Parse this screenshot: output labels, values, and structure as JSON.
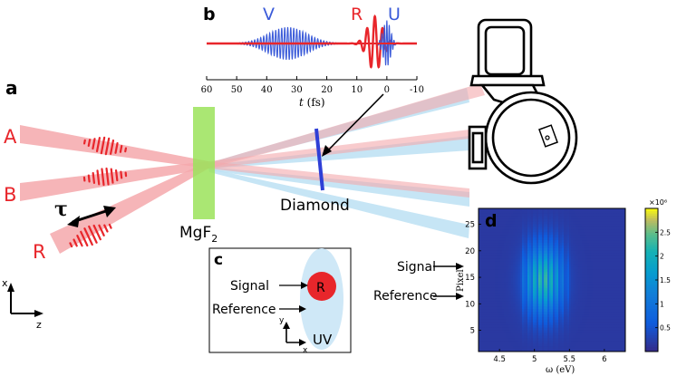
{
  "panels": {
    "a": "a",
    "b": "b",
    "c": "c",
    "d": "d"
  },
  "beams": {
    "a": "A",
    "b": "B",
    "r": "R",
    "delay": "τ"
  },
  "optics": {
    "mgf2_main": "MgF",
    "mgf2_sub": "2",
    "diamond": "Diamond"
  },
  "axes_frame": {
    "vertical": "x",
    "horizontal": "z"
  },
  "pulses_b": {
    "v": "V",
    "r": "R",
    "u": "U",
    "xlabel_var": "t",
    "xlabel_unit": " (fs)"
  },
  "inset_c": {
    "signal": "Signal",
    "reference": "Reference",
    "r_spot": "R",
    "uv": "UV",
    "axis_y": "y",
    "axis_x": "x"
  },
  "inset_d": {
    "signal": "Signal",
    "reference": "Reference",
    "xlabel": "ω (eV)",
    "ylabel": "Pixel",
    "colorbar_exponent": "×10⁶"
  },
  "colors": {
    "red": "#e8262b",
    "blue": "#3b5bd9",
    "pink_beam": "#f4a8ab",
    "light_blue_beam": "#b8dff2",
    "green_window": "#9be35a",
    "diamond": "#2f3fd6"
  },
  "chart_data": [
    {
      "type": "line",
      "panel": "b",
      "xlabel": "t (fs)",
      "x_ticks": [
        60,
        50,
        40,
        30,
        20,
        10,
        0,
        -10
      ],
      "xlim": [
        60,
        -10
      ],
      "x_reversed": true,
      "series": [
        {
          "name": "V",
          "center_fs": 33,
          "width_fs": 9,
          "amplitude": 0.6,
          "carrier_period_fs": 1.0
        },
        {
          "name": "R",
          "center_fs": 4,
          "width_fs": 3.4,
          "amplitude": 1.0,
          "carrier_period_fs": 2.6
        },
        {
          "name": "U",
          "center_fs": 0,
          "width_fs": 1.7,
          "amplitude": 0.85,
          "carrier_period_fs": 0.8
        }
      ]
    },
    {
      "type": "heatmap",
      "panel": "d",
      "xlabel": "ω (eV)",
      "ylabel": "Pixel",
      "xlim": [
        4.2,
        6.3
      ],
      "ylim": [
        1,
        28
      ],
      "x_ticks": [
        4.5,
        5,
        5.5,
        6
      ],
      "y_ticks": [
        5,
        10,
        15,
        20,
        25
      ],
      "colorbar_ticks": [
        0.5,
        1,
        1.5,
        2,
        2.5
      ],
      "colorbar_range": [
        0,
        3
      ],
      "fringe_centers_eV": [
        4.84,
        4.92,
        5.0,
        5.08,
        5.16,
        5.24,
        5.32,
        5.4,
        5.48
      ],
      "peak_value": 2.6,
      "spectrum_center_eV": 5.13,
      "signal_pixel": 17,
      "reference_pixel": 12
    }
  ]
}
